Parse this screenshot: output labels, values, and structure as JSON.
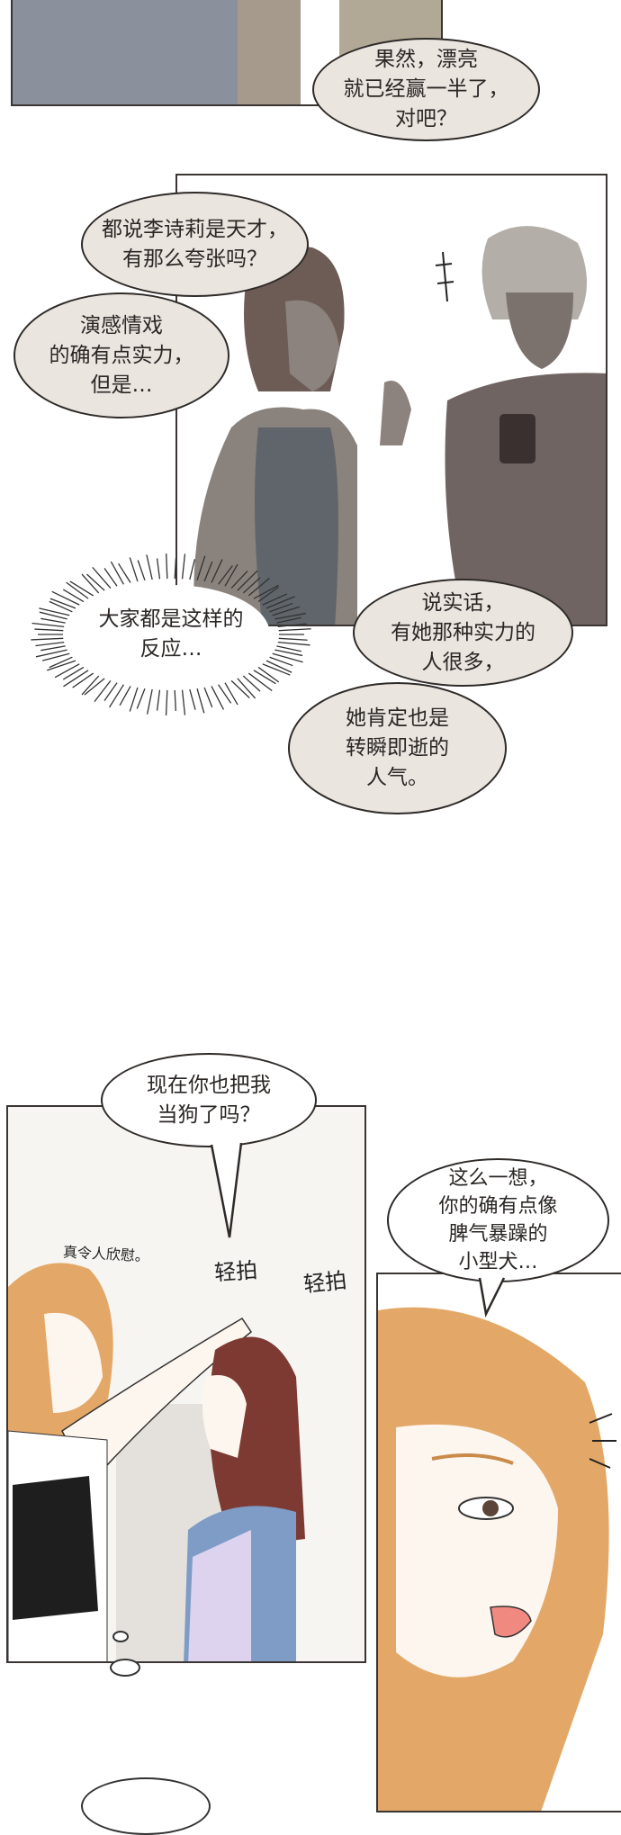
{
  "panel1": {
    "bubble": [
      "果然，漂亮",
      "就已经赢一半了，",
      "对吧？"
    ]
  },
  "panel2": {
    "bubble_a": [
      "都说李诗莉是天才，",
      "有那么夸张吗？"
    ],
    "bubble_b": [
      "演感情戏",
      "的确有点实力，",
      "但是…"
    ],
    "thought_burst": [
      "大家都是这样的",
      "反应…"
    ],
    "bubble_c": [
      "说实话，",
      "有她那种实力的",
      "人很多，"
    ],
    "bubble_d": [
      "她肯定也是",
      "转瞬即逝的",
      "人气。"
    ]
  },
  "panel3": {
    "bubble": [
      "现在你也把我",
      "当狗了吗？"
    ],
    "sfx_relief": "真令人欣慰。",
    "sfx_pat_1": "轻拍",
    "sfx_pat_2": "轻拍"
  },
  "panel4": {
    "bubble": [
      "这么一想，",
      "你的确有点像",
      "脾气暴躁的",
      "小型犬…"
    ]
  },
  "colors": {
    "bubble_beige": "#ebe5e0",
    "hair_orange": "#e3a868",
    "hair_brown": "#7d3a32"
  }
}
